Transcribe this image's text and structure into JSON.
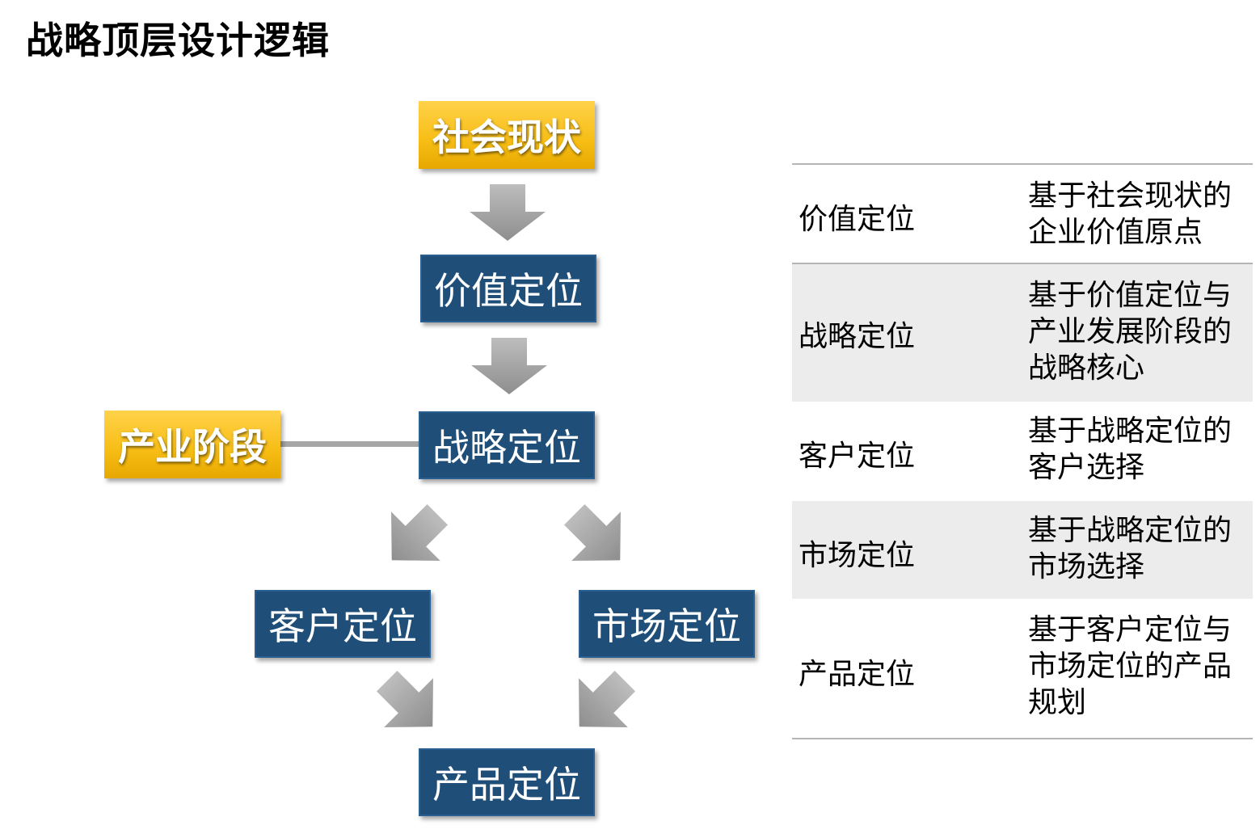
{
  "title": "战略顶层设计逻辑",
  "diagram": {
    "social": "社会现状",
    "industry": "产业阶段",
    "value": "价值定位",
    "strategy": "战略定位",
    "customer": "客户定位",
    "market": "市场定位",
    "product": "产品定位"
  },
  "table": {
    "rows": [
      {
        "name": "价值定位",
        "desc": "基于社会现状的\n企业价值原点"
      },
      {
        "name": "战略定位",
        "desc": "基于价值定位与\n产业发展阶段的\n战略核心"
      },
      {
        "name": "客户定位",
        "desc": "基于战略定位的\n客户选择"
      },
      {
        "name": "市场定位",
        "desc": "基于战略定位的\n市场选择"
      },
      {
        "name": "产品定位",
        "desc": "基于客户定位与\n市场定位的产品\n规划"
      }
    ]
  },
  "colors": {
    "box_blue": "#1f4e79",
    "box_gold": "#f7bd14",
    "arrow_gray": "#9e9e9e",
    "row_shade": "#ececec"
  }
}
